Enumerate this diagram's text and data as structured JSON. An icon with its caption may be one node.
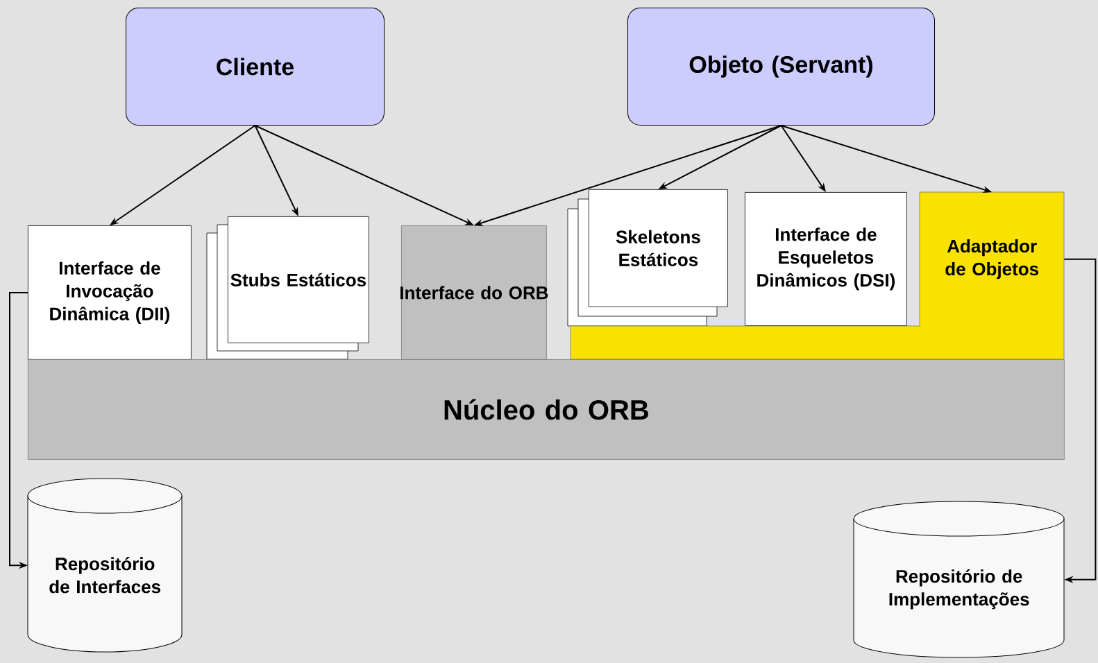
{
  "diagram": {
    "nodes": [
      {
        "text": [
          "Cliente"
        ]
      },
      {
        "text": [
          "Objeto (Servant)"
        ]
      },
      {
        "text": [
          "Interface de Invocação Dinâmica (DII)"
        ]
      },
      {
        "text": [
          "Stubs Estáticos"
        ]
      },
      {
        "text": [
          "Interface do ORB"
        ]
      },
      {
        "text": [
          "Skeletons Estáticos"
        ]
      },
      {
        "text": [
          "Interface de Esqueletos Dinâmicos (DSI)"
        ]
      },
      {
        "text": [
          "Adaptador de Objetos"
        ]
      },
      {
        "text": [
          "Núcleo do ORB"
        ]
      },
      {
        "text": [
          "Repositório de Interfaces"
        ]
      },
      {
        "text": [
          "Repositório de Implementações"
        ]
      }
    ],
    "edges": [
      {
        "from": 0,
        "to": 2,
        "arrow": "to"
      },
      {
        "from": 0,
        "to": 3,
        "arrow": "to"
      },
      {
        "from": 0,
        "to": 4,
        "arrow": "to"
      },
      {
        "from": 1,
        "to": 4,
        "arrow": "to"
      },
      {
        "from": 1,
        "to": 5,
        "arrow": "to"
      },
      {
        "from": 1,
        "to": 6,
        "arrow": "to"
      },
      {
        "from": 1,
        "to": 7,
        "arrow": "to"
      },
      {
        "from": 2,
        "to": 9,
        "arrow": "to"
      },
      {
        "from": 7,
        "to": 10,
        "arrow": "to"
      }
    ]
  }
}
